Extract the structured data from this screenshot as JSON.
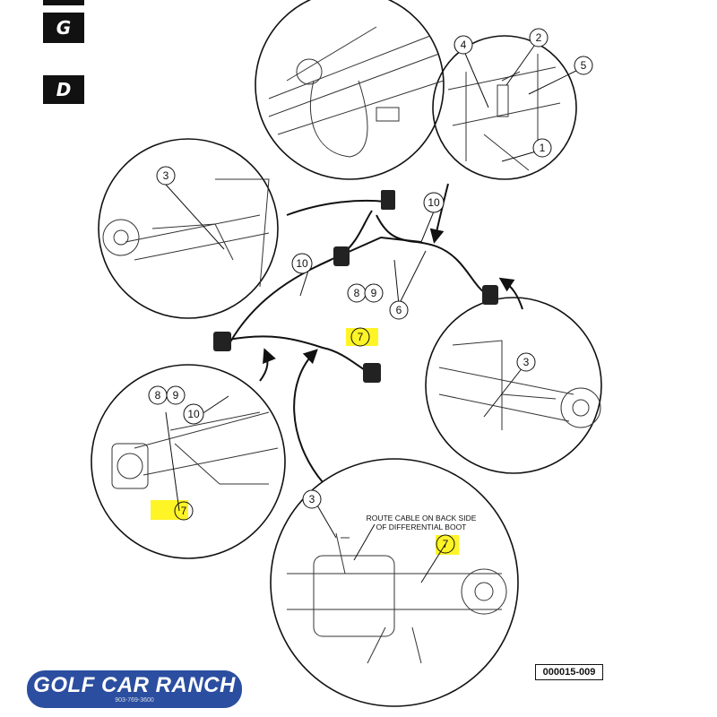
{
  "tabs": {
    "top": "",
    "g": "G",
    "d": "D"
  },
  "callouts": {
    "c1": "1",
    "c2": "2",
    "c3a": "3",
    "c3b": "3",
    "c3c": "3",
    "c4": "4",
    "c5": "5",
    "c6": "6",
    "c7a": "7",
    "c7b": "7",
    "c7c": "7",
    "c8a": "8",
    "c8b": "8",
    "c9a": "9",
    "c9b": "9",
    "c10a": "10",
    "c10b": "10",
    "c10c": "10"
  },
  "note": {
    "line1": "ROUTE CABLE ON BACK SIDE",
    "line2": "OF DIFFERENTIAL BOOT"
  },
  "part_number": "000015-009",
  "logo": {
    "text": "GOLF CAR RANCH",
    "phone": "903-769-3600"
  },
  "colors": {
    "logo_bg": "#2b4ea0",
    "highlight": "#fff200"
  }
}
